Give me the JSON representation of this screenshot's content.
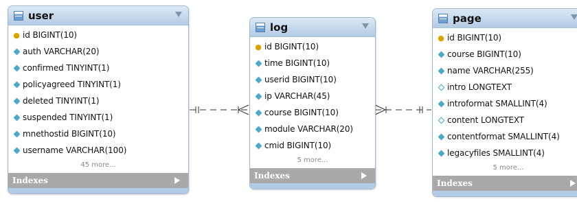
{
  "tables": {
    "user": {
      "name": "user",
      "columns": [
        {
          "text": "id BIGINT(10)",
          "icon": "primary-key-icon"
        },
        {
          "text": "auth VARCHAR(20)",
          "icon": "column-icon"
        },
        {
          "text": "confirmed TINYINT(1)",
          "icon": "column-icon"
        },
        {
          "text": "policyagreed TINYINT(1)",
          "icon": "column-icon"
        },
        {
          "text": "deleted TINYINT(1)",
          "icon": "column-icon"
        },
        {
          "text": "suspended TINYINT(1)",
          "icon": "column-icon"
        },
        {
          "text": "mnethostid BIGINT(10)",
          "icon": "column-icon"
        },
        {
          "text": "username VARCHAR(100)",
          "icon": "column-icon"
        }
      ],
      "more": "45 more...",
      "indexes_label": "Indexes"
    },
    "log": {
      "name": "log",
      "columns": [
        {
          "text": "id BIGINT(10)",
          "icon": "primary-key-icon"
        },
        {
          "text": "time BIGINT(10)",
          "icon": "column-icon"
        },
        {
          "text": "userid BIGINT(10)",
          "icon": "column-icon"
        },
        {
          "text": "ip VARCHAR(45)",
          "icon": "column-icon"
        },
        {
          "text": "course BIGINT(10)",
          "icon": "column-icon"
        },
        {
          "text": "module VARCHAR(20)",
          "icon": "column-icon"
        },
        {
          "text": "cmid BIGINT(10)",
          "icon": "column-icon"
        }
      ],
      "more": "5 more...",
      "indexes_label": "Indexes"
    },
    "page": {
      "name": "page",
      "columns": [
        {
          "text": "id BIGINT(10)",
          "icon": "primary-key-icon"
        },
        {
          "text": "course BIGINT(10)",
          "icon": "column-icon"
        },
        {
          "text": "name VARCHAR(255)",
          "icon": "column-icon"
        },
        {
          "text": "intro LONGTEXT",
          "icon": "nullable-column-icon"
        },
        {
          "text": "introformat SMALLINT(4)",
          "icon": "column-icon"
        },
        {
          "text": "content LONGTEXT",
          "icon": "nullable-column-icon"
        },
        {
          "text": "contentformat SMALLINT(4)",
          "icon": "column-icon"
        },
        {
          "text": "legacyfiles SMALLINT(4)",
          "icon": "column-icon"
        }
      ],
      "more": "5 more...",
      "indexes_label": "Indexes"
    }
  },
  "relationships": [
    {
      "from": "user",
      "to": "log",
      "type": "one-to-many"
    },
    {
      "from": "page",
      "to": "log",
      "type": "one-to-many"
    }
  ]
}
